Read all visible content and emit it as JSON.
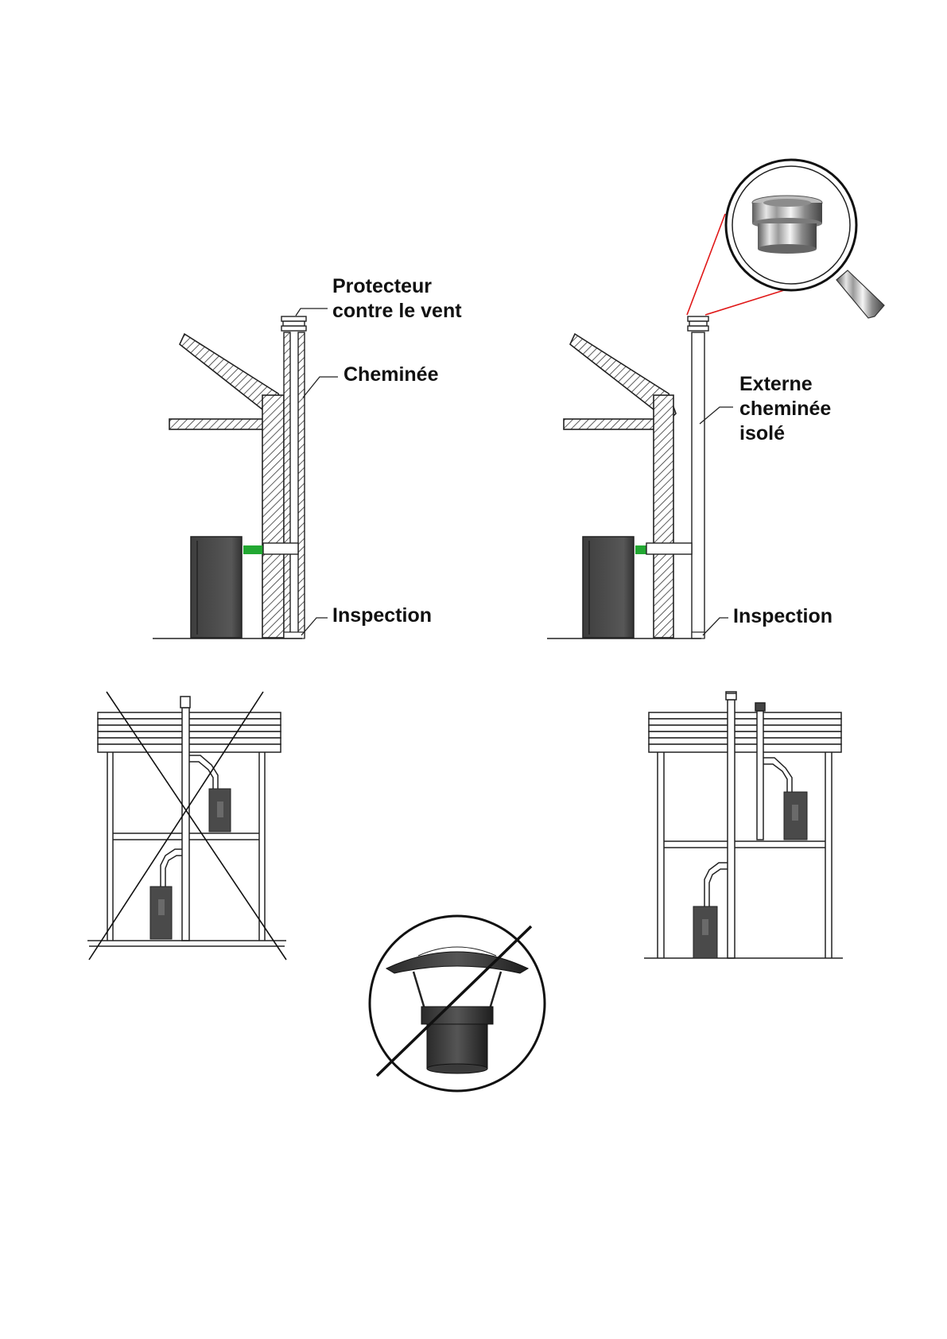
{
  "diagram_top_left": {
    "label_windguard": [
      "Protecteur",
      "contre le vent"
    ],
    "label_chimney": "Cheminée",
    "label_inspection": "Inspection"
  },
  "diagram_top_right": {
    "label_external": [
      "Externe",
      "cheminée",
      "isolé"
    ],
    "label_inspection": "Inspection"
  },
  "colors": {
    "connector_green": "#22a832",
    "magnifier_line_red": "#e01818",
    "stove_body": "#4a4a4a",
    "line": "#222222"
  },
  "icons": {
    "magnifier": "magnifier-icon",
    "wind_cowl": "wind-cowl-icon",
    "rain_hat": "rain-hat-cap-icon"
  }
}
